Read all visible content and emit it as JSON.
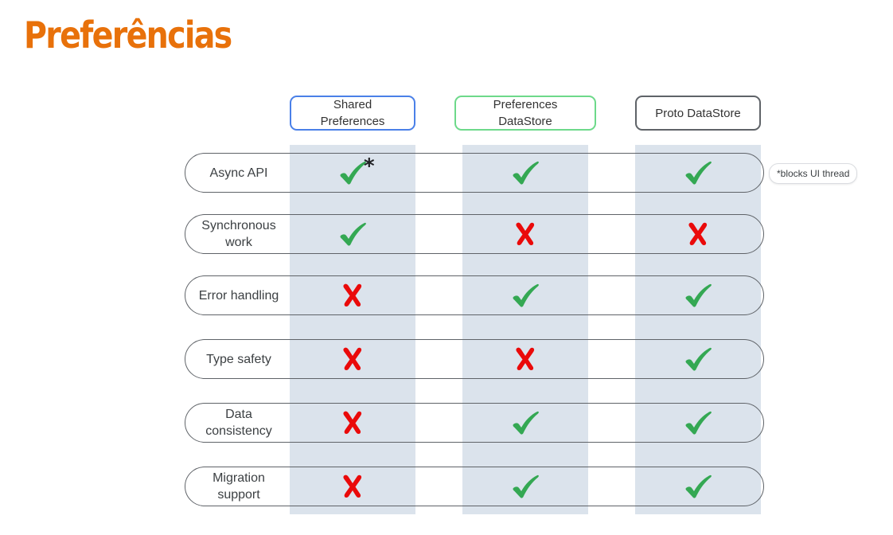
{
  "title": "Preferências",
  "colors": {
    "title": "#e8710a",
    "check": "#34a853",
    "cross": "#ea0a0a",
    "column_band": "#dbe3ec"
  },
  "columns": [
    {
      "lines": [
        "Shared",
        "Preferences"
      ],
      "border_color": "#4a80e8"
    },
    {
      "lines": [
        "Preferences",
        "DataStore"
      ],
      "border_color": "#6dd98a"
    },
    {
      "lines": [
        "Proto DataStore"
      ],
      "border_color": "#5f6368"
    }
  ],
  "rows": [
    {
      "lines": [
        "Async API"
      ],
      "cells": [
        "check",
        "check",
        "check"
      ]
    },
    {
      "lines": [
        "Synchronous",
        "work"
      ],
      "cells": [
        "check",
        "cross",
        "cross"
      ]
    },
    {
      "lines": [
        "Error handling"
      ],
      "cells": [
        "cross",
        "check",
        "check"
      ]
    },
    {
      "lines": [
        "Type safety"
      ],
      "cells": [
        "cross",
        "cross",
        "check"
      ]
    },
    {
      "lines": [
        "Data",
        "consistency"
      ],
      "cells": [
        "cross",
        "check",
        "check"
      ]
    },
    {
      "lines": [
        "Migration",
        "support"
      ],
      "cells": [
        "cross",
        "check",
        "check"
      ]
    }
  ],
  "footnote": {
    "marker": "*",
    "text": "*blocks UI thread"
  }
}
